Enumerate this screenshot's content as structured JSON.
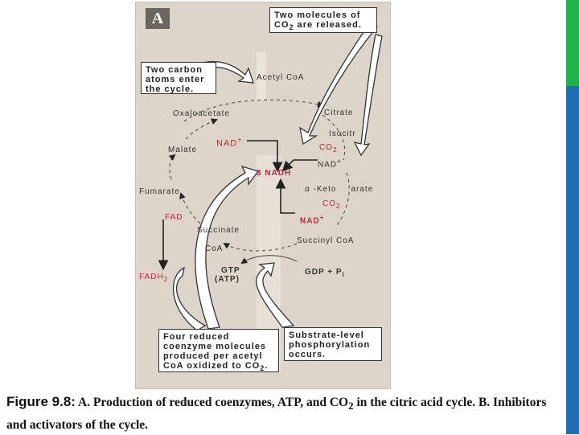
{
  "panel_label": "A",
  "callouts": {
    "co2_released": {
      "line1": "Two molecules of",
      "line2": "CO",
      "sub": "2",
      "line2_rest": " are released."
    },
    "two_carbon": {
      "line1": "Two carbon",
      "line2": "atoms enter",
      "line3": "the cycle."
    },
    "four_reduced": {
      "line1": "Four reduced",
      "line2": "coenzyme molecules",
      "line3": "produced per acetyl",
      "line4": "CoA oxidized to CO",
      "sub": "2",
      "line4_end": "."
    },
    "substrate_level": {
      "line1": "Substrate-level",
      "line2": "phosphorylation",
      "line3": "occurs."
    }
  },
  "labels": {
    "acetyl_coa": "Acetyl CoA",
    "oxaloacetate": "Oxaloacetate",
    "citrate": "Citrate",
    "isocitrate": "Isocitr",
    "co2_a": "CO",
    "co2_a_sub": "2",
    "nad_a": "NAD",
    "nad_a_sup": "+",
    "nad_malate": "NAD",
    "nad_malate_sup": "+",
    "malate": "Malate",
    "three_nadh": "3 NADH",
    "fumarate": "Fumarate",
    "alpha_keto": "α -Keto",
    "alpha_keto_end": "arate",
    "co2_b": "CO",
    "co2_b_sub": "2",
    "fad": "FAD",
    "nad_b": "NAD",
    "nad_b_sup": "+",
    "succinate": "Succinate",
    "succinyl_coa": "Succinyl CoA",
    "coa": "CoA",
    "gtp": "GTP",
    "atp": "(ATP)",
    "gdp_pi": "GDP + P",
    "gdp_pi_sub": "i",
    "fadh2": "FADH",
    "fadh2_sub": "2"
  },
  "caption": {
    "figure": "Figure 9.8:",
    "text_1": " A. Production of reduced coenzymes, ATP, and CO",
    "sub": "2",
    "text_2": " in the citric acid cycle. B. Inhibitors and activators of the cycle."
  },
  "colors": {
    "accent_green": "#22b14c",
    "accent_blue": "#1f6fb2",
    "coenzyme_red": "#c0263c",
    "panel_bg": "#ddd5c9"
  }
}
